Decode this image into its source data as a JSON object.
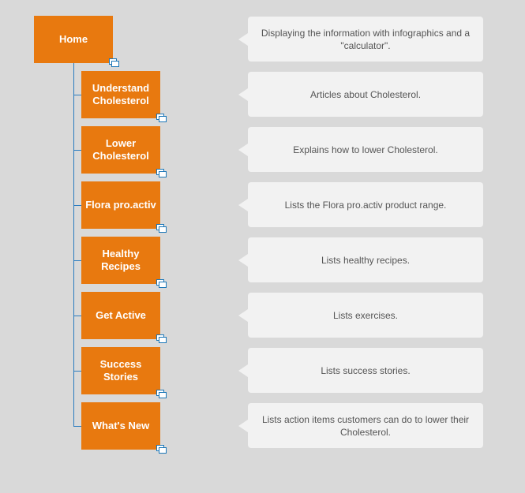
{
  "colors": {
    "background": "#d9d9d9",
    "node_fill": "#e8790f",
    "node_text": "#ffffff",
    "connector": "#2a7bbf",
    "callout_fill": "#f2f2f2",
    "callout_text": "#555555"
  },
  "root": {
    "label": "Home",
    "description": "Displaying the information with infographics and a \"calculator\"."
  },
  "children": [
    {
      "label": "Understand Cholesterol",
      "description": "Articles about Cholesterol."
    },
    {
      "label": "Lower Cholesterol",
      "description": "Explains how to lower Cholesterol."
    },
    {
      "label": "Flora pro.activ",
      "description": "Lists the Flora pro.activ product range."
    },
    {
      "label": "Healthy Recipes",
      "description": "Lists healthy recipes."
    },
    {
      "label": "Get Active",
      "description": "Lists exercises."
    },
    {
      "label": "Success Stories",
      "description": "Lists success stories."
    },
    {
      "label": "What's New",
      "description": "Lists action items customers can do to lower their Cholesterol."
    }
  ],
  "icons": {
    "expand": "expand-pages-icon"
  }
}
